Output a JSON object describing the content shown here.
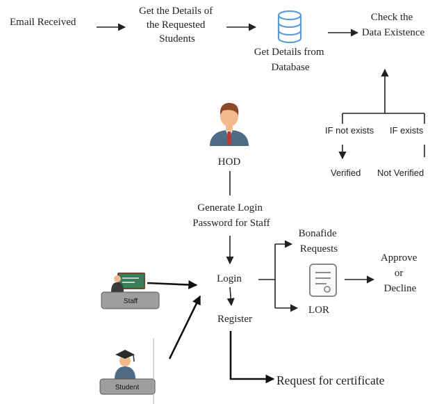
{
  "nodes": {
    "email_received": "Email Received",
    "get_details": [
      "Get the Details of",
      "the Requested",
      "Students"
    ],
    "get_db": [
      "Get Details from",
      "Database"
    ],
    "check": [
      "Check the",
      "Data Existence"
    ],
    "if_not_exists": "IF not exists",
    "if_exists": "IF exists",
    "verified": "Verified",
    "not_verified": "Not Verified",
    "hod": "HOD",
    "generate": [
      "Generate Login",
      "Password for Staff"
    ],
    "login": "Login",
    "register": "Register",
    "bonafide": [
      "Bonafide",
      "Requests"
    ],
    "lor": "LOR",
    "approve": [
      "Approve",
      "or",
      "Decline"
    ],
    "request": "Request for certificate",
    "staff": "Staff",
    "student": "Student"
  },
  "icons": {
    "database": "database-icon",
    "hod": "manager-avatar-icon",
    "staff": "teacher-at-board-icon",
    "student": "graduate-student-icon",
    "document": "certificate-document-icon"
  },
  "colors": {
    "database": "#5b9bd5",
    "hod_suit": "#4f6b86",
    "hod_tie": "#c0392b",
    "skin": "#f2b98d",
    "hair": "#8a4a2a",
    "badge": "#9e9e9e",
    "board": "#3a7d5c"
  }
}
